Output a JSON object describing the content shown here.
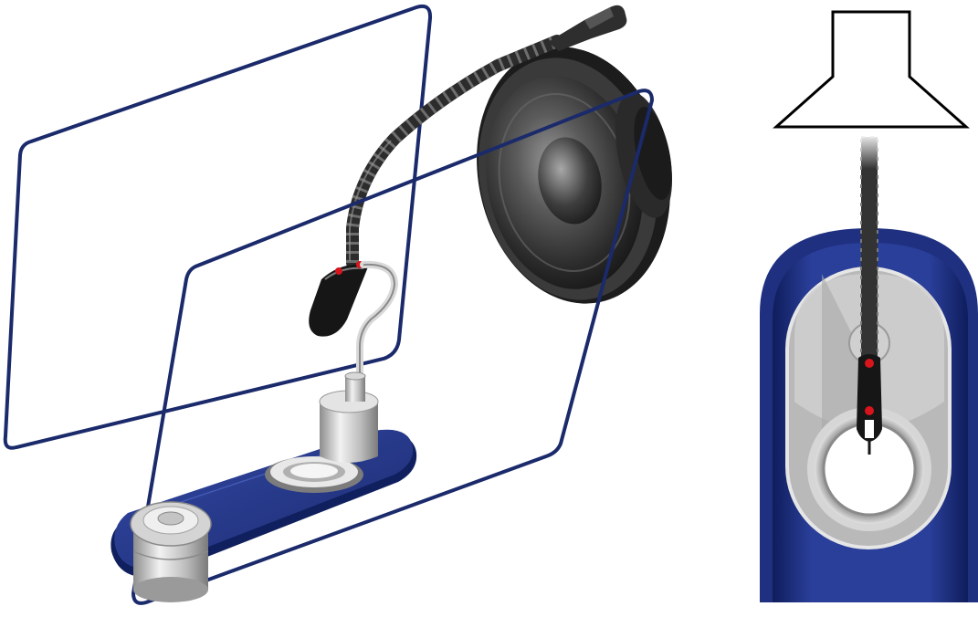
{
  "figure": {
    "left_panel": {
      "view": "isometric",
      "components": [
        "loop-frame-rear",
        "loop-frame-front",
        "loudspeaker",
        "hearing-aid",
        "flexible-tube",
        "coupler",
        "base-plate",
        "reference-microphone"
      ]
    },
    "right_panel": {
      "view": "top",
      "components": [
        "loudspeaker-symbol",
        "flexible-tube",
        "hearing-aid",
        "base-plate",
        "coupler"
      ]
    },
    "colors": {
      "frame": "#1a2a6b",
      "base_plate": "#22358a",
      "metal": "#c8c8c8",
      "rubber": "#2f2f2f",
      "marker": "#d8141c"
    }
  }
}
